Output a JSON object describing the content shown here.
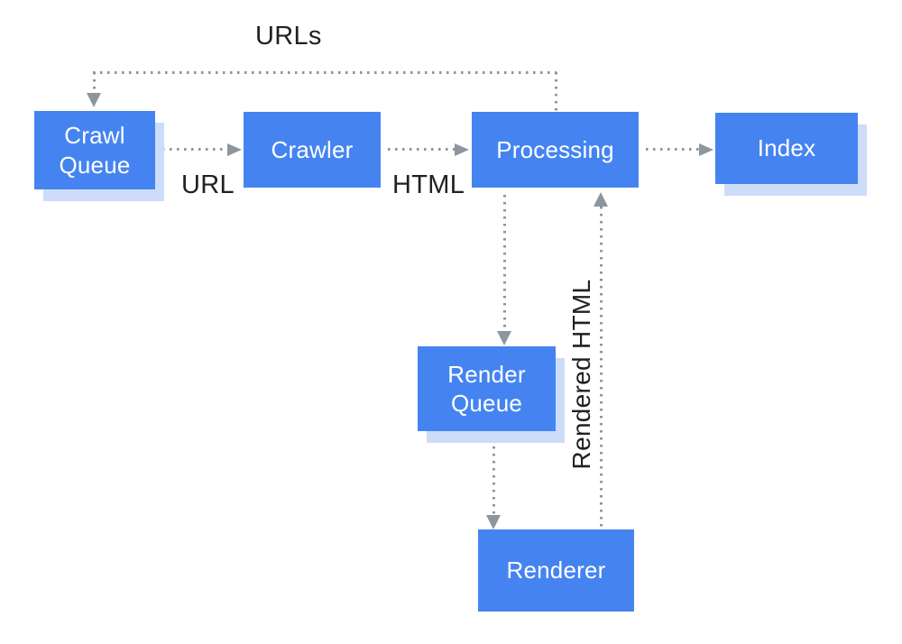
{
  "diagram": {
    "type": "flowchart",
    "description_visible_text_only": true
  },
  "nodes": {
    "crawl_queue": {
      "label": "Crawl Queue",
      "shape": "rectangle",
      "has_shadow": true
    },
    "crawler": {
      "label": "Crawler",
      "shape": "rectangle",
      "has_shadow": false
    },
    "processing": {
      "label": "Processing",
      "shape": "rectangle",
      "has_shadow": false
    },
    "index": {
      "label": "Index",
      "shape": "rectangle",
      "has_shadow": true
    },
    "render_queue": {
      "label": "Render Queue",
      "shape": "rectangle",
      "has_shadow": true
    },
    "renderer": {
      "label": "Renderer",
      "shape": "rectangle",
      "has_shadow": false
    }
  },
  "edges": {
    "crawl_queue_to_crawler": {
      "from": "crawl_queue",
      "to": "crawler",
      "label": "URL",
      "style": "dotted"
    },
    "crawler_to_processing": {
      "from": "crawler",
      "to": "processing",
      "label": "HTML",
      "style": "dotted"
    },
    "processing_to_index": {
      "from": "processing",
      "to": "index",
      "label": "",
      "style": "dotted"
    },
    "processing_to_crawl_queue": {
      "from": "processing",
      "to": "crawl_queue",
      "label": "URLs",
      "style": "dotted"
    },
    "processing_to_render_queue": {
      "from": "processing",
      "to": "render_queue",
      "label": "",
      "style": "dotted"
    },
    "render_queue_to_renderer": {
      "from": "render_queue",
      "to": "renderer",
      "label": "",
      "style": "dotted"
    },
    "renderer_to_processing": {
      "from": "renderer",
      "to": "processing",
      "label": "Rendered HTML",
      "style": "dotted"
    }
  },
  "colors": {
    "box_blue": "#4584f0",
    "box_shadow": "#ccdcf9",
    "box_text": "#ffffff",
    "arrow_gray": "#8d969e",
    "text_dark": "#202124",
    "background": "#ffffff"
  }
}
